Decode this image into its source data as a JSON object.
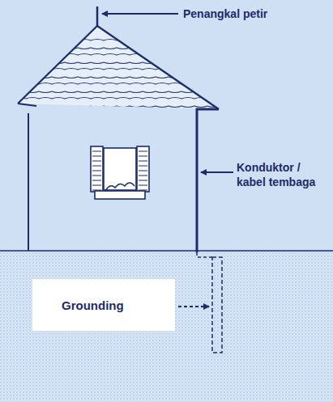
{
  "diagram": {
    "nodes": [
      {
        "text": [
          "Grounding"
        ]
      }
    ],
    "labels": [
      "Penangkal petir",
      "Konduktor / kabel tembaga"
    ]
  }
}
